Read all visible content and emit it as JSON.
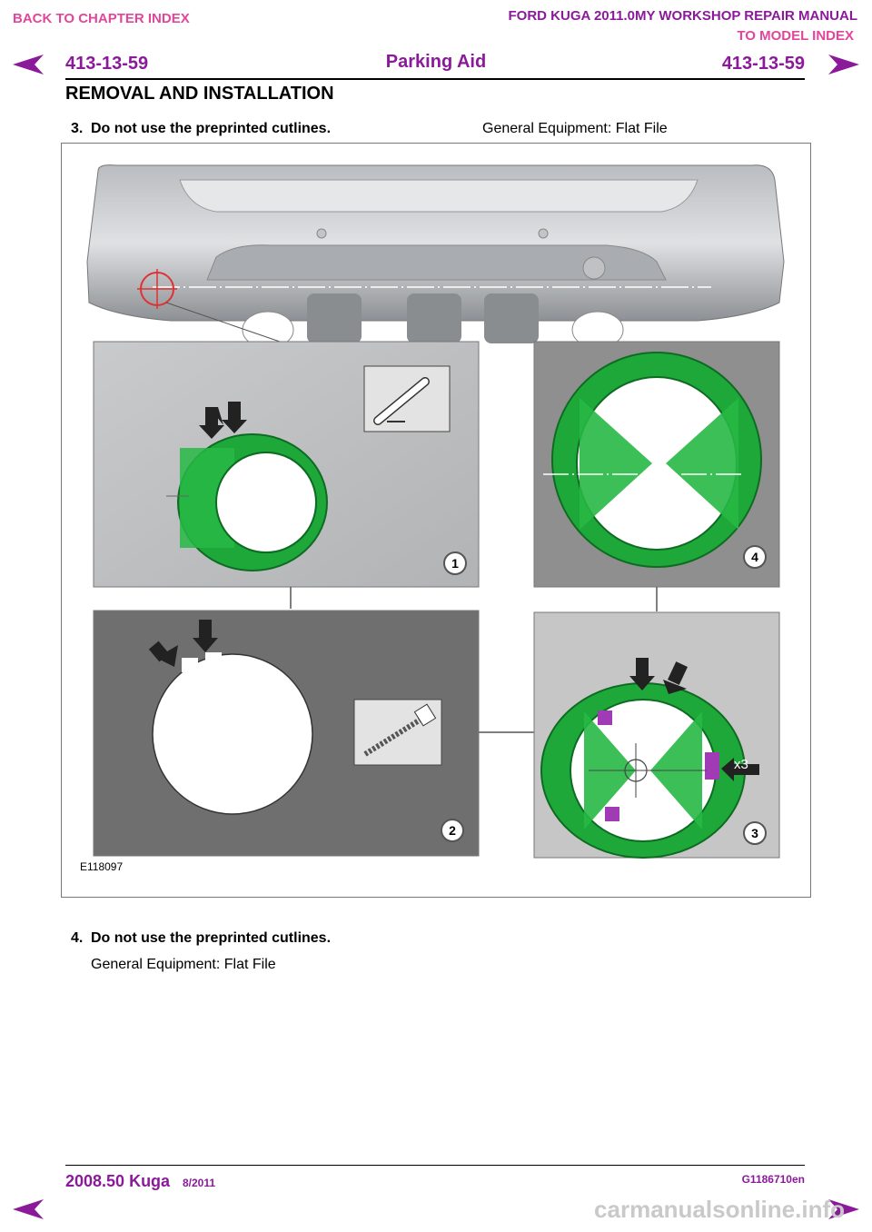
{
  "header": {
    "back_chapter": "BACK TO CHAPTER INDEX",
    "manual_title": "FORD KUGA 2011.0MY WORKSHOP REPAIR MANUAL",
    "model_index": "TO MODEL INDEX",
    "page_left": "413-13-59",
    "page_right": "413-13-59",
    "title": "Parking Aid",
    "section": "REMOVAL AND INSTALLATION"
  },
  "steps": [
    {
      "num": "3.",
      "text": "Do not use the preprinted cutlines.",
      "equipment": "General Equipment: Flat File"
    },
    {
      "num": "4.",
      "text": "Do not use the preprinted cutlines.",
      "equipment": "General Equipment: Flat File"
    }
  ],
  "figure": {
    "id": "E118097",
    "callouts": [
      "1",
      "2",
      "3",
      "4"
    ],
    "multiplier": "x3"
  },
  "footer": {
    "model": "2008.50 Kuga",
    "date": "8/2011",
    "code": "G1186710en",
    "watermark": "carmanualsonline.info"
  },
  "colors": {
    "link_pink": "#e0479a",
    "link_purple": "#8b1a9a",
    "sensor_green": "#1fa83a",
    "clip_purple": "#a13bb5"
  },
  "icons": [
    "prev-page-icon",
    "next-page-icon",
    "marker-pen-icon",
    "flat-file-icon"
  ]
}
